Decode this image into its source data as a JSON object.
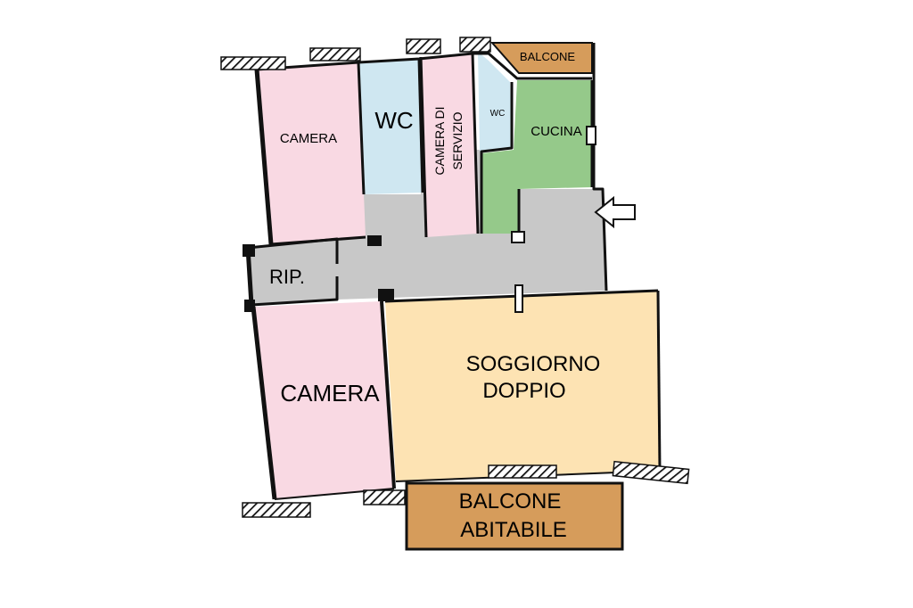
{
  "colors": {
    "bedroom": "#f9d9e3",
    "bathroom": "#cfe7f1",
    "kitchen": "#95c98a",
    "living": "#fde3b3",
    "corridor": "#c8c8c8",
    "balcony": "#d69c5b",
    "wall": "#111111"
  },
  "rooms": {
    "camera_top": "CAMERA",
    "wc_large": "WC",
    "camera_servizio_line1": "CAMERA DI",
    "camera_servizio_line2": "SERVIZIO",
    "wc_small": "WC",
    "cucina": "CUCINA",
    "balcone_top": "BALCONE",
    "rip": "RIP.",
    "camera_bottom": "CAMERA",
    "soggiorno_line1": "SOGGIORNO",
    "soggiorno_line2": "DOPPIO",
    "balcone_abitabile_line1": "BALCONE",
    "balcone_abitabile_line2": "ABITABILE"
  },
  "icons": {
    "entrance": "arrow-left-icon"
  }
}
